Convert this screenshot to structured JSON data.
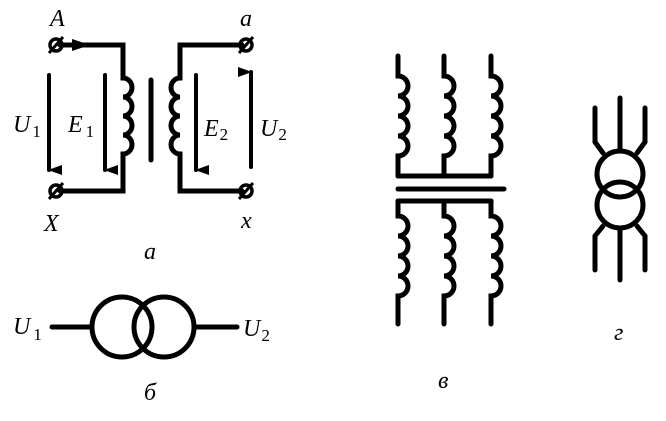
{
  "figure": {
    "panel_a": {
      "caption": "а",
      "terminals": {
        "primary_top": "A",
        "primary_bottom": "X",
        "secondary_top": "a",
        "secondary_bottom": "x"
      },
      "arrows": [
        {
          "name": "U1",
          "symbol": "U",
          "subscript": "1",
          "direction": "down"
        },
        {
          "name": "E1",
          "symbol": "E",
          "subscript": "1",
          "direction": "down"
        },
        {
          "name": "E2",
          "symbol": "E",
          "subscript": "2",
          "direction": "down"
        },
        {
          "name": "U2",
          "symbol": "U",
          "subscript": "2",
          "direction": "up"
        }
      ]
    },
    "panel_b": {
      "caption": "б",
      "left": {
        "symbol": "U",
        "subscript": "1"
      },
      "right": {
        "symbol": "U",
        "subscript": "2"
      }
    },
    "panel_v": {
      "caption": "в",
      "phases": 3
    },
    "panel_g": {
      "caption": "г",
      "phases": 3
    }
  }
}
